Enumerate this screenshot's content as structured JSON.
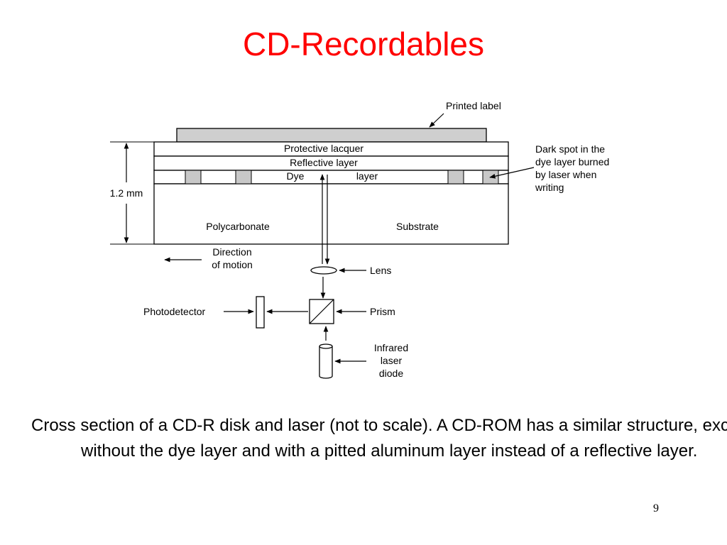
{
  "slide": {
    "title": "CD-Recordables",
    "caption": "Cross section of a CD-R disk and laser (not to scale).  A CD-ROM has a similar structure, except without the dye layer and with a pitted aluminum layer instead of a reflective layer.",
    "page_number": "9",
    "title_color": "#ff0000"
  },
  "diagram": {
    "printed_label": "Printed label",
    "protective_lacquer": "Protective lacquer",
    "reflective_layer": "Reflective layer",
    "dye_word": "Dye",
    "layer_word": "layer",
    "thickness": "1.2 mm",
    "polycarbonate": "Polycarbonate",
    "substrate": "Substrate",
    "dark_spot": [
      "Dark spot in the",
      "dye layer burned",
      "by laser when",
      "writing"
    ],
    "direction": [
      "Direction",
      "of motion"
    ],
    "lens": "Lens",
    "photodetector": "Photodetector",
    "prism": "Prism",
    "infrared": [
      "Infrared",
      "laser",
      "diode"
    ]
  }
}
